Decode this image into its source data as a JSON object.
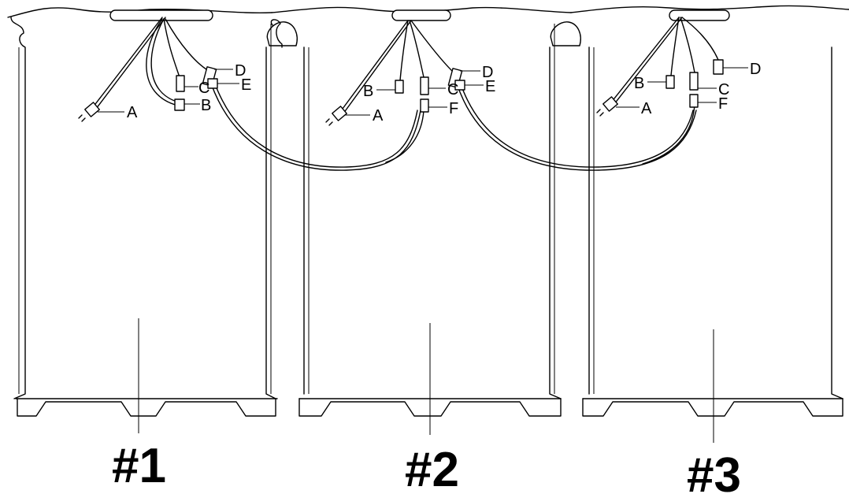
{
  "cabinets": [
    {
      "number": "#1",
      "cord_labels": [
        "A",
        "B",
        "C",
        "D",
        "E"
      ]
    },
    {
      "number": "#2",
      "cord_labels": [
        "A",
        "B",
        "C",
        "D",
        "E",
        "F"
      ]
    },
    {
      "number": "#3",
      "cord_labels": [
        "A",
        "B",
        "C",
        "D",
        "F"
      ]
    }
  ],
  "colors": {
    "line": "#000000",
    "background": "#ffffff"
  }
}
